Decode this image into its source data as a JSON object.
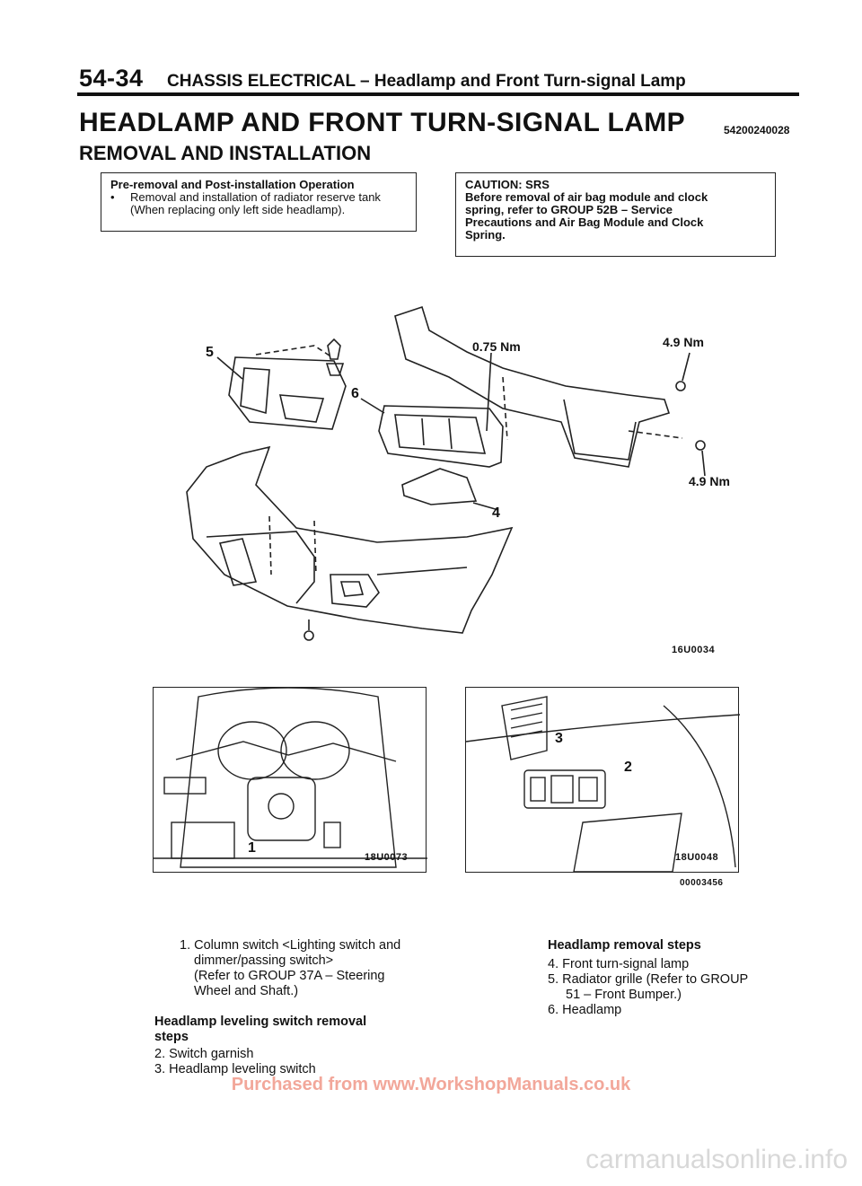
{
  "header": {
    "page_number": "54-34",
    "section_title": "CHASSIS ELECTRICAL – Headlamp and Front Turn-signal Lamp"
  },
  "title": "HEADLAMP AND FRONT TURN-SIGNAL LAMP",
  "doc_code": "54200240028",
  "subtitle": "REMOVAL AND INSTALLATION",
  "pre_removal": {
    "heading": "Pre-removal and Post-installation Operation",
    "bullet": "•",
    "item_line1": "Removal and installation of radiator reserve tank",
    "item_line2": "(When replacing only left side headlamp)."
  },
  "caution": {
    "line1": "CAUTION: SRS",
    "line2": "Before removal of air bag module and clock",
    "line3": "spring, refer to GROUP 52B – Service",
    "line4": "Precautions and Air Bag Module and Clock",
    "line5": "Spring."
  },
  "main_diagram": {
    "callouts": {
      "c5": "5",
      "c6": "6",
      "c4": "4"
    },
    "torques": {
      "t1": "0.75 Nm",
      "t2": "4.9 Nm",
      "t3": "4.9 Nm"
    },
    "fig_id": "16U0034"
  },
  "photo_left": {
    "callout": "1",
    "fig_id": "18U0073"
  },
  "photo_right": {
    "callout3": "3",
    "callout2": "2",
    "fig_id": "18U0048"
  },
  "group_fig_id": "00003456",
  "steps_left": {
    "item1_line1": "1. Column switch <Lighting switch and",
    "item1_line2": "dimmer/passing switch>",
    "item1_line3": "(Refer to GROUP 37A – Steering",
    "item1_line4": "Wheel and Shaft.)",
    "heading_line1": "Headlamp leveling switch removal",
    "heading_line2": "steps",
    "item2": "2. Switch garnish",
    "item3": "3. Headlamp leveling switch"
  },
  "steps_right": {
    "heading": "Headlamp removal steps",
    "item4": "4. Front turn-signal lamp",
    "item5_line1": "5. Radiator grille (Refer to GROUP",
    "item5_line2": "51 – Front Bumper.)",
    "item6": "6. Headlamp"
  },
  "watermark": "Purchased from www.WorkshopManuals.co.uk",
  "footer_watermark": "carmanualsonline.info"
}
